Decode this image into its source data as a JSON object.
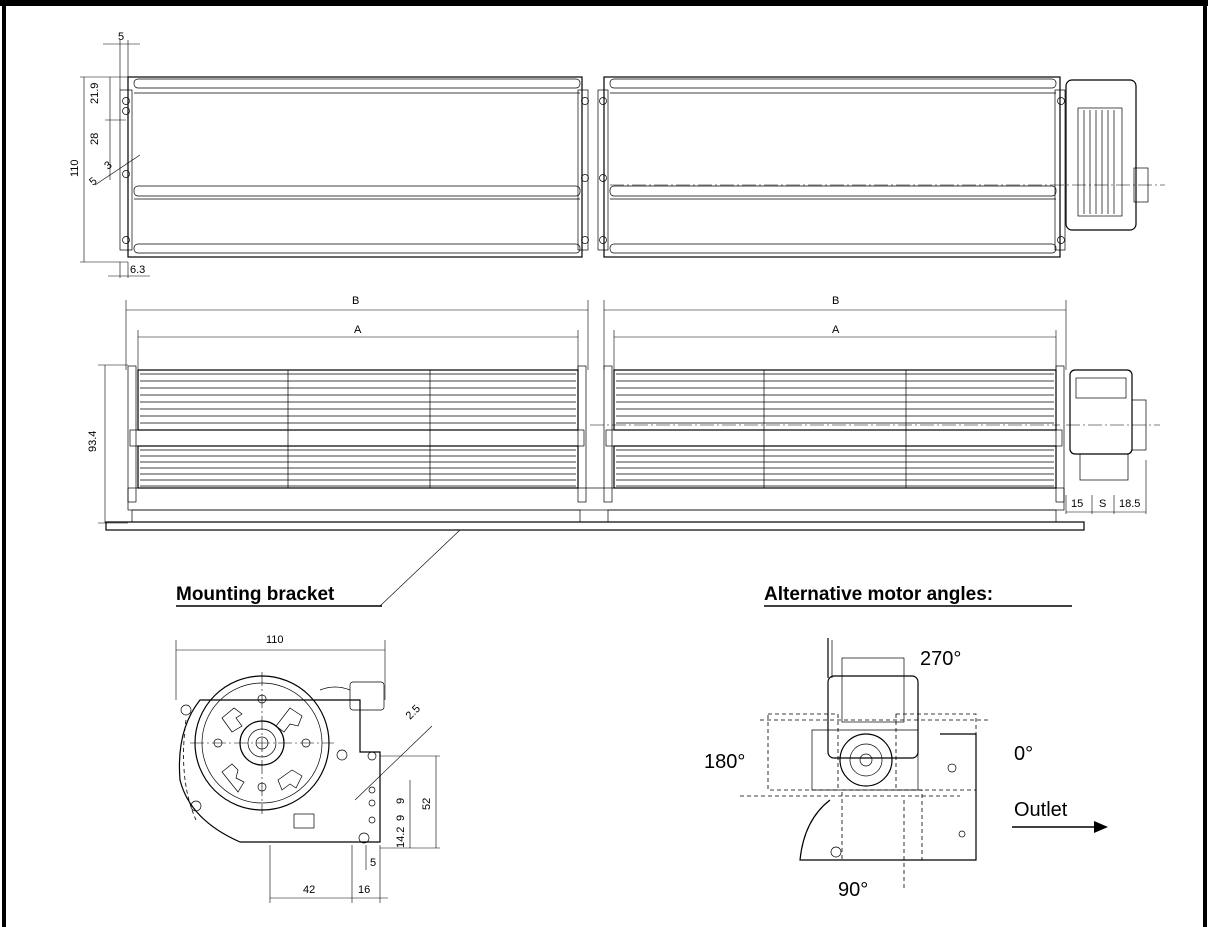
{
  "drawing": {
    "top_view": {
      "dims": {
        "d5": "5",
        "d21_9": "21.9",
        "d28": "28",
        "d110": "110",
        "d6_3": "6.3",
        "d3": "3",
        "d5b": "5"
      }
    },
    "front_view": {
      "dims": {
        "b1": "B",
        "a1": "A",
        "b2": "B",
        "a2": "A",
        "h93_4": "93.4",
        "d15": "15",
        "s": "S",
        "d18_5": "18.5"
      }
    },
    "bracket": {
      "heading": "Mounting bracket",
      "dims": {
        "w110": "110",
        "d2_5": "2.5",
        "d52": "52",
        "d9": "9",
        "d14_2": "14.2",
        "d9b": "9",
        "d5": "5",
        "d42": "42",
        "d16": "16"
      }
    },
    "motor_angles": {
      "heading": "Alternative motor angles:",
      "a270": "270°",
      "a180": "180°",
      "a0": "0°",
      "a90": "90°",
      "outlet": "Outlet"
    }
  }
}
